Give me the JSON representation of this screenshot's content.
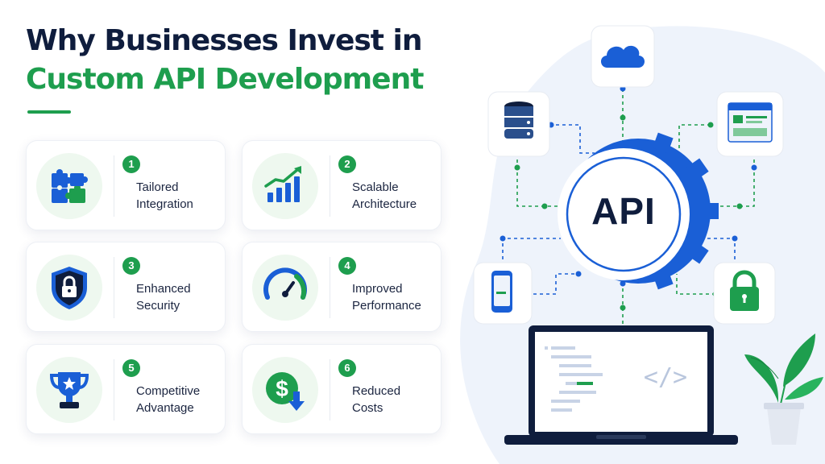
{
  "title": {
    "line1": "Why Businesses Invest in",
    "line2": "Custom API Development"
  },
  "cards": [
    {
      "number": "1",
      "line1": "Tailored",
      "line2": "Integration",
      "icon": "puzzle-icon"
    },
    {
      "number": "2",
      "line1": "Scalable",
      "line2": "Architecture",
      "icon": "growth-chart-icon"
    },
    {
      "number": "3",
      "line1": "Enhanced",
      "line2": "Security",
      "icon": "shield-lock-icon"
    },
    {
      "number": "4",
      "line1": "Improved",
      "line2": "Performance",
      "icon": "speedometer-icon"
    },
    {
      "number": "5",
      "line1": "Competitive",
      "line2": "Advantage",
      "icon": "trophy-icon"
    },
    {
      "number": "6",
      "line1": "Reduced",
      "line2": "Costs",
      "icon": "dollar-down-icon"
    }
  ],
  "diagram": {
    "center_label": "API",
    "nodes": [
      "cloud-icon",
      "database-icon",
      "browser-window-icon",
      "mobile-phone-icon",
      "padlock-icon",
      "laptop-code-icon"
    ],
    "code_glyph": "</>"
  },
  "colors": {
    "navy": "#0f1d3d",
    "green": "#1e9e4e",
    "blue": "#1a5fd6",
    "light_blue_bg": "#eef3fb"
  }
}
